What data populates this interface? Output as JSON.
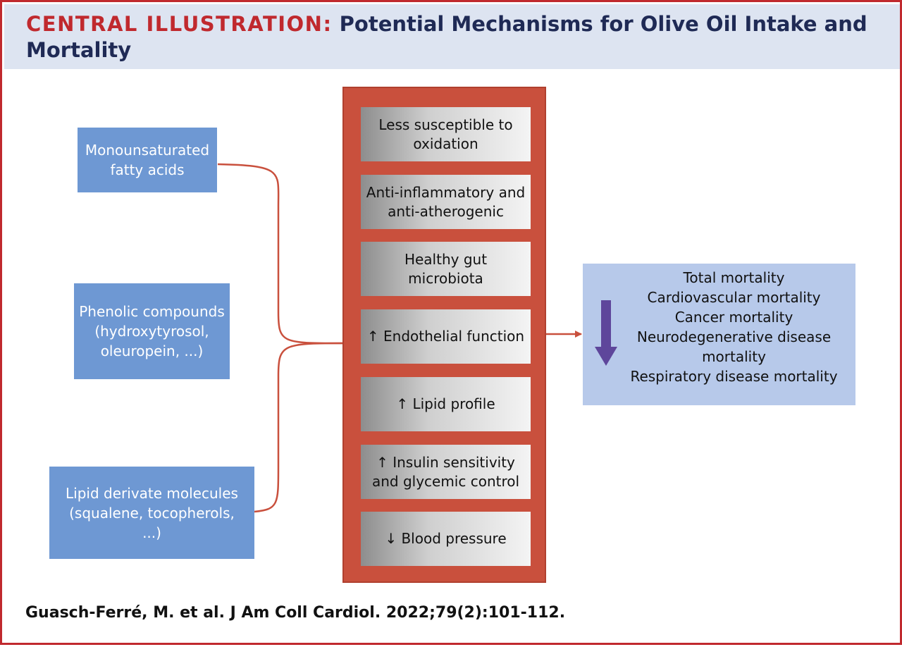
{
  "header": {
    "title_lead": "CENTRAL ILLUSTRATION:",
    "title_text": "Potential Mechanisms for Olive Oil Intake and Mortality"
  },
  "components": [
    "Monounsaturated fatty acids",
    "Phenolic compounds (hydroxytyrosol, oleuropein, ...)",
    "Lipid derivate molecules (squalene, tocopherols, ...)"
  ],
  "mechanisms": [
    "Less susceptible to oxidation",
    "Anti-inflammatory and anti-atherogenic",
    "Healthy gut microbiota",
    "↑ Endothelial function",
    "↑ Lipid profile",
    "↑ Insulin sensitivity and glycemic control",
    "↓ Blood pressure"
  ],
  "outcomes": [
    "Total mortality",
    "Cardiovascular mortality",
    "Cancer mortality",
    "Neurodegenerative disease mortality",
    "Respiratory disease mortality"
  ],
  "outcome_direction": "decrease",
  "citation": "Guasch-Ferré, M. et al. J Am Coll Cardiol. 2022;79(2):101-112.",
  "colors": {
    "frame": "#c0292e",
    "header_bg": "#dde4f1",
    "title_lead": "#c0292e",
    "title_text": "#1f2a55",
    "component_box": "#6e98d3",
    "mechanism_column": "#c9503d",
    "connector": "#c9503d",
    "outcome_box": "#b7c9ea",
    "down_arrow": "#5e469b"
  }
}
